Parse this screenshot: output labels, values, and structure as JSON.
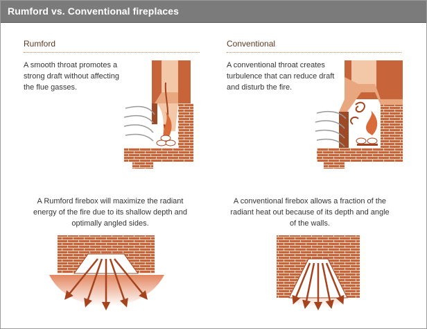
{
  "header": {
    "title": "Rumford vs. Conventional fireplaces"
  },
  "rumford": {
    "heading": "Rumford",
    "throat_caption": "A smooth throat promotes a strong draft without affecting the flue gasses.",
    "firebox_caption": "A Rumford firebox will maximize the radiant energy of the fire due to its shallow depth and optimally angled sides."
  },
  "conventional": {
    "heading": "Conventional",
    "throat_caption": "A conventional throat creates turbulence that can reduce draft and disturb the fire.",
    "firebox_caption": "A conventional firebox allows a fraction of the radiant heat out because of its depth and angle of the walls."
  },
  "colors": {
    "header_bg": "#7b7b7b",
    "brick": "#c8643a",
    "brick_dark": "#9e4a26",
    "flue_light": "#e8a77f",
    "heading_text": "#5a3a22"
  }
}
